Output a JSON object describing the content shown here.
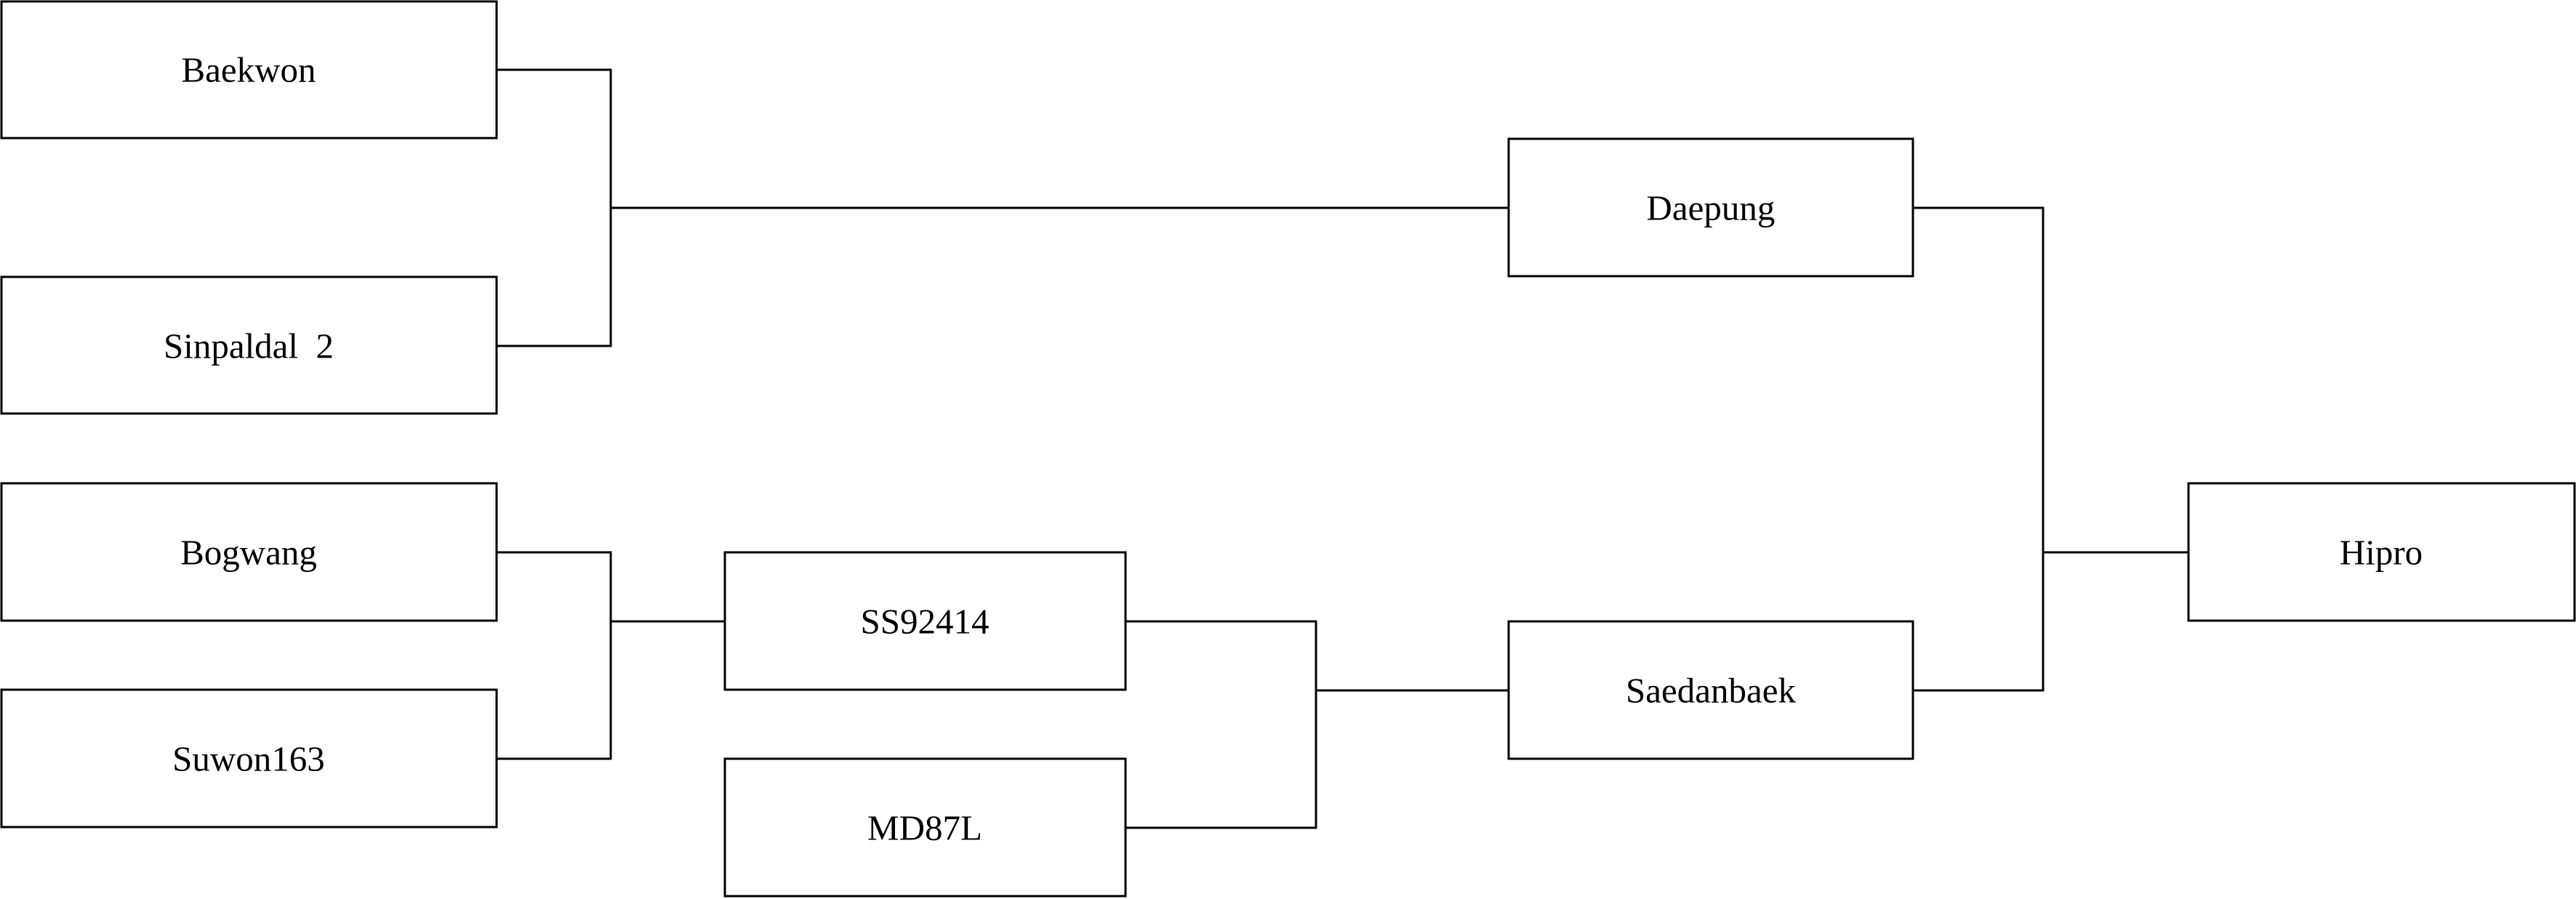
{
  "nodes": [
    {
      "id": "baekwon",
      "label": "Baekwon"
    },
    {
      "id": "sinpaldal2",
      "label": "Sinpaldal  2"
    },
    {
      "id": "bogwang",
      "label": "Bogwang"
    },
    {
      "id": "suwon163",
      "label": "Suwon163"
    },
    {
      "id": "ss92414",
      "label": "SS92414"
    },
    {
      "id": "md87l",
      "label": "MD87L"
    },
    {
      "id": "daepung",
      "label": "Daepung"
    },
    {
      "id": "saedanbaek",
      "label": "Saedanbaek"
    },
    {
      "id": "hipro",
      "label": "Hipro"
    }
  ],
  "edges": [
    {
      "parents": [
        "baekwon",
        "sinpaldal2"
      ],
      "child": "daepung"
    },
    {
      "parents": [
        "bogwang",
        "suwon163"
      ],
      "child": "ss92414"
    },
    {
      "parents": [
        "ss92414",
        "md87l"
      ],
      "child": "saedanbaek"
    },
    {
      "parents": [
        "daepung",
        "saedanbaek"
      ],
      "child": "hipro"
    }
  ]
}
